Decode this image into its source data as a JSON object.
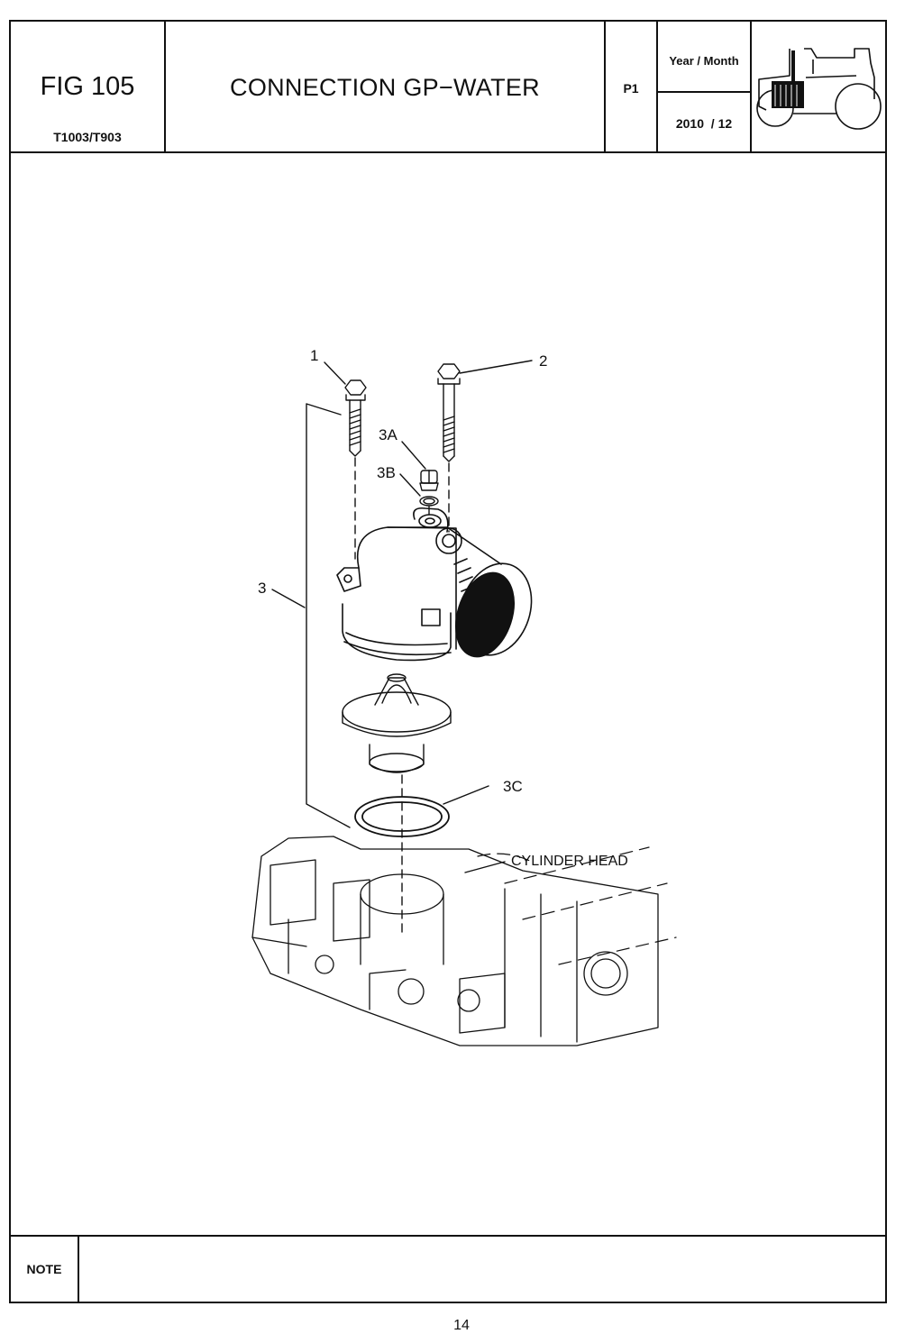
{
  "header": {
    "fig_label": "FIG 105",
    "model": "T1003/T903",
    "title": "CONNECTION GP−WATER",
    "page_code": "P1",
    "year_month_label": "Year / Month",
    "year_month_value": "2010  / 12",
    "thumbnail_icon": "tractor-icon"
  },
  "diagram": {
    "callouts": [
      "1",
      "2",
      "3",
      "3A",
      "3B",
      "3C"
    ],
    "cylinder_head_label": "CYLINDER HEAD"
  },
  "footer": {
    "note_label": "NOTE",
    "page_number": "14"
  }
}
